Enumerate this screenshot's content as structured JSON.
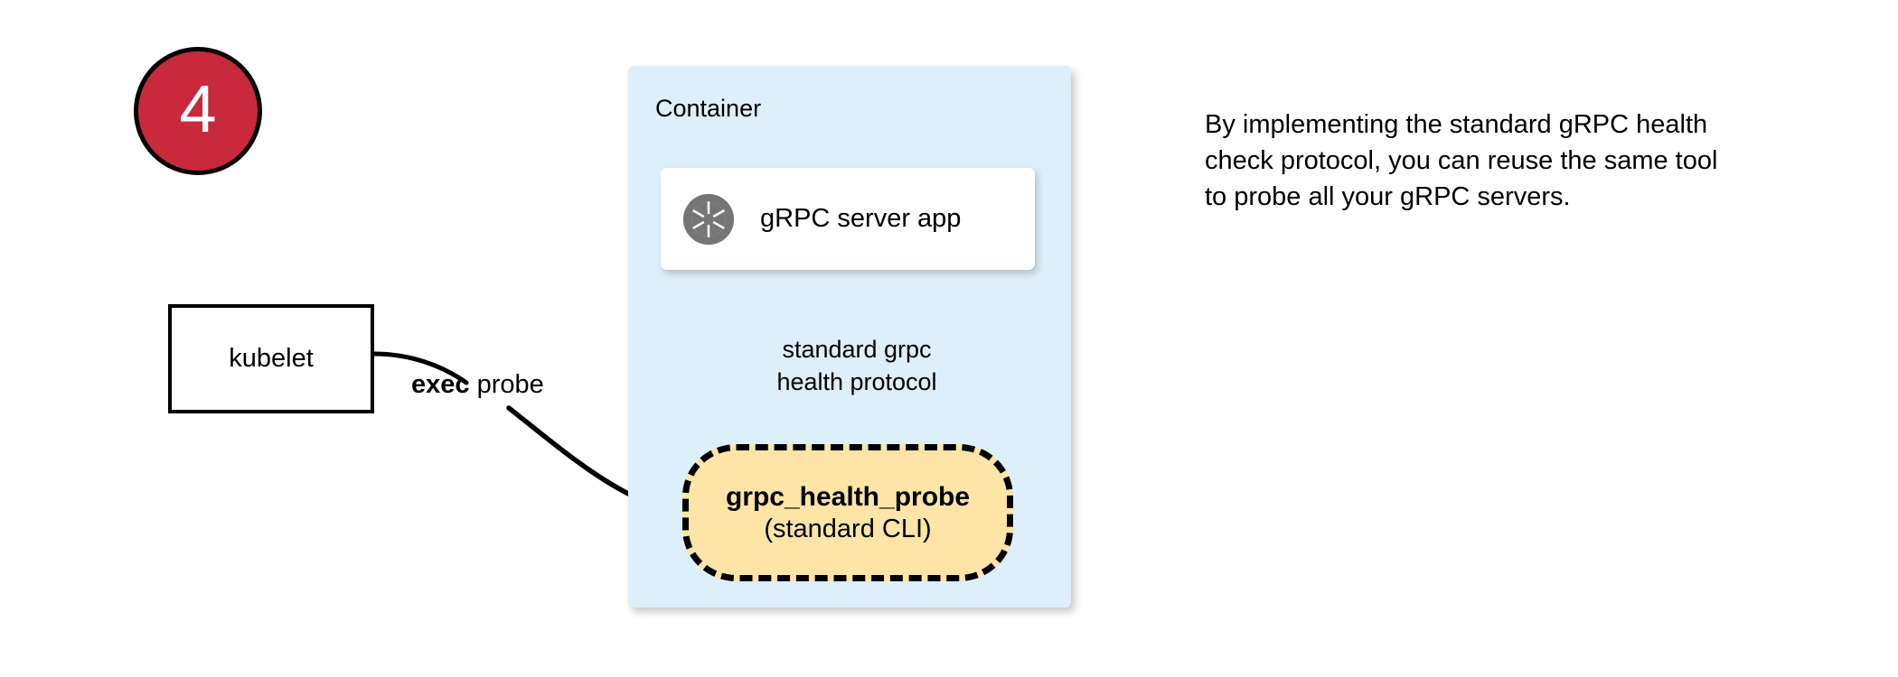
{
  "step": {
    "number": "4"
  },
  "container": {
    "label": "Container",
    "fill": "#ddeffb"
  },
  "server_card": {
    "icon": "aperture-icon",
    "label": "gRPC server app",
    "icon_color": "#757575"
  },
  "probe_pill": {
    "title": "grpc_health_probe",
    "subtitle": "(standard CLI)",
    "fill": "#fce5a6",
    "border": "#000000"
  },
  "kubelet": {
    "label": "kubelet"
  },
  "edges": {
    "exec_probe": {
      "bold_text": "exec",
      "rest_text": " probe"
    },
    "protocol": {
      "line1": "standard grpc",
      "line2": "health protocol"
    }
  },
  "annotation": {
    "text": "By implementing the standard gRPC health check protocol, you can reuse the same tool to probe all your gRPC servers."
  },
  "colors": {
    "badge_fill": "#c8293b",
    "badge_text": "#ffffff",
    "stroke": "#000000"
  }
}
